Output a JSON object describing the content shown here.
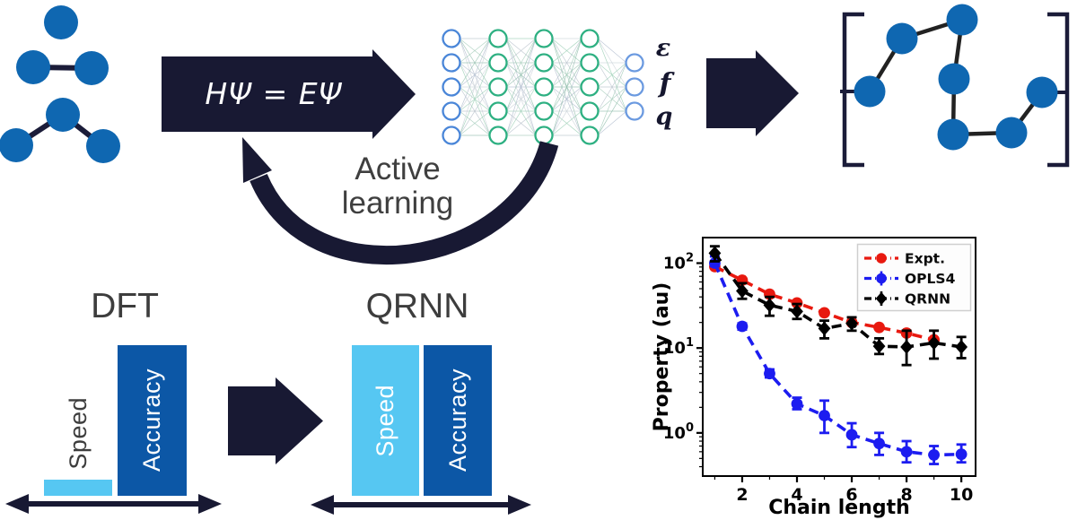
{
  "diagram": {
    "equation": "HΨ = EΨ",
    "active_learning": {
      "line1": "Active",
      "line2": "learning"
    },
    "nn_outputs": [
      "ε",
      "f",
      "q"
    ],
    "colors": {
      "node_blue": "#0f67b1",
      "bond_navy": "#1b1c39",
      "arrow_navy": "#181933",
      "light_blue": "#56c7f2",
      "dark_blue": "#0c57a6",
      "label_gray": "#3d3d3d",
      "nn_input": "#4a86d8",
      "nn_hidden": "#2eb082",
      "nn_output": "#6b9ae0",
      "polymer_bond": "#222222"
    },
    "icons": {
      "flow_arrow": "arrow-right",
      "feedback_arrow": "curved-arrow-up-left",
      "axis_arrow": "double-headed-arrow"
    },
    "bar_section": {
      "charts": [
        {
          "title": "DFT",
          "bars": [
            {
              "label": "Speed",
              "fill": "light",
              "frac": 0.107,
              "label_inside": false
            },
            {
              "label": "Accuracy",
              "fill": "dark",
              "frac": 1.0,
              "label_inside": true
            }
          ]
        },
        {
          "title": "QRNN",
          "bars": [
            {
              "label": "Speed",
              "fill": "light",
              "frac": 1.0,
              "label_inside": true
            },
            {
              "label": "Accuracy",
              "fill": "dark",
              "frac": 1.0,
              "label_inside": true
            }
          ]
        }
      ]
    }
  },
  "chart_data": {
    "type": "line",
    "title": "",
    "xlabel": "Chain length",
    "ylabel": "Property (au)",
    "x_ticks": [
      2,
      4,
      6,
      8,
      10
    ],
    "x_minor_ticks": [
      1,
      3,
      5,
      7,
      9
    ],
    "y_scale": "log",
    "y_ticks": [
      1,
      10,
      100
    ],
    "xlim": [
      0.56,
      10.52
    ],
    "ylim": [
      0.31,
      200
    ],
    "grid": false,
    "legend_position": "upper right",
    "series": [
      {
        "name": "Expt.",
        "color": "#e8190f",
        "marker": "circle",
        "x": [
          1,
          2,
          3,
          4,
          5,
          6,
          7,
          8,
          9
        ],
        "y": [
          91,
          63,
          43,
          34,
          26,
          20,
          17.5,
          15,
          12.5
        ],
        "err_lo": null,
        "err_hi": null
      },
      {
        "name": "OPLS4",
        "color": "#1c1cf0",
        "marker": "circle",
        "x": [
          1,
          2,
          3,
          4,
          5,
          6,
          7,
          8,
          9,
          10
        ],
        "y": [
          100,
          18,
          5,
          2.2,
          1.6,
          0.95,
          0.75,
          0.6,
          0.55,
          0.56
        ],
        "err_lo": [
          92,
          16.5,
          4.5,
          1.9,
          1.0,
          0.68,
          0.55,
          0.45,
          0.43,
          0.45
        ],
        "err_hi": [
          120,
          19.5,
          5.6,
          2.6,
          2.4,
          1.3,
          1.0,
          0.8,
          0.7,
          0.73
        ]
      },
      {
        "name": "QRNN",
        "color": "#000000",
        "marker": "diamond",
        "x": [
          1,
          2,
          3,
          4,
          5,
          6,
          7,
          8,
          9,
          10
        ],
        "y": [
          131,
          47,
          32,
          27,
          17,
          19.5,
          10.5,
          10.3,
          11.5,
          10.3
        ],
        "err_lo": [
          105,
          38,
          24,
          22,
          13,
          16,
          8.5,
          6.3,
          7.5,
          7.6
        ],
        "err_hi": [
          158,
          58,
          40,
          33,
          21,
          23,
          13,
          16,
          16,
          13.5
        ]
      }
    ]
  }
}
